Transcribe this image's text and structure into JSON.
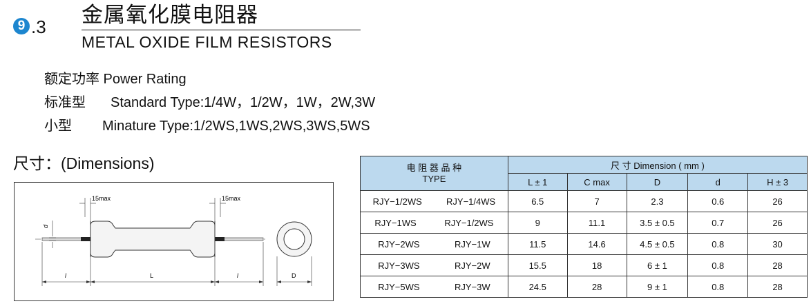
{
  "section": {
    "number": "9",
    "suffix": ".3"
  },
  "title": {
    "chinese": "金属氧化膜电阻器",
    "english": "METAL OXIDE FILM RESISTORS"
  },
  "power_rating": {
    "heading": "额定功率 Power Rating",
    "standard_label": "标准型",
    "standard_value": "Standard Type:1/4W，1/2W，1W，2W,3W",
    "mini_label": "小型",
    "mini_value": "Minature Type:1/2WS,1WS,2WS,3WS,5WS"
  },
  "dimensions_heading": "尺寸：(Dimensions)",
  "diagram": {
    "lead_max_left": "15max",
    "lead_max_right": "15max",
    "label_d": "d",
    "label_l_left": "l",
    "label_L": "L",
    "label_l_right": "l",
    "label_D": "D"
  },
  "table": {
    "header": {
      "type_cn": "电 阻 器 品 种",
      "type_en": "TYPE",
      "dimension_group": "尺   寸 Dimension ( mm )",
      "columns": [
        "L ± 1",
        "C  max",
        "D",
        "d",
        "H ± 3"
      ]
    },
    "rows": [
      {
        "type_a": "RJY−1/2WS",
        "type_b": "RJY−1/4WS",
        "L": "6.5",
        "C": "7",
        "D": "2.3",
        "d": "0.6",
        "H": "26"
      },
      {
        "type_a": "RJY−1WS",
        "type_b": "RJY−1/2WS",
        "L": "9",
        "C": "11.1",
        "D": "3.5 ± 0.5",
        "d": "0.7",
        "H": "26"
      },
      {
        "type_a": "RJY−2WS",
        "type_b": "RJY−1W",
        "L": "11.5",
        "C": "14.6",
        "D": "4.5 ± 0.5",
        "d": "0.8",
        "H": "30"
      },
      {
        "type_a": "RJY−3WS",
        "type_b": "RJY−2W",
        "L": "15.5",
        "C": "18",
        "D": "6 ± 1",
        "d": "0.8",
        "H": "28"
      },
      {
        "type_a": "RJY−5WS",
        "type_b": "RJY−3W",
        "L": "24.5",
        "C": "28",
        "D": "9 ± 1",
        "d": "0.8",
        "H": "28"
      }
    ]
  },
  "colors": {
    "badge": "#1d86cf",
    "table_header": "#bcd9ee",
    "body": "#f4f4f4"
  }
}
